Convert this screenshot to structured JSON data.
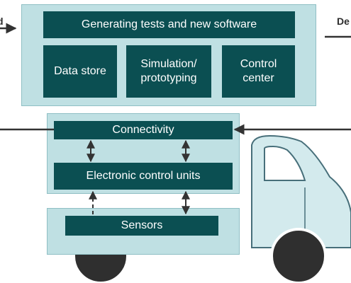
{
  "edge_labels": {
    "left": "d",
    "right": "De"
  },
  "cloud": {
    "banner": "Generating tests and new software",
    "boxes": [
      "Data store",
      "Simulation/\nprototyping",
      "Control\ncenter"
    ]
  },
  "vehicle": {
    "connectivity": "Connectivity",
    "ecu": "Electronic control units",
    "sensors": "Sensors"
  },
  "colors": {
    "panel_fill": "#bfe0e3",
    "box_fill": "#0b4f52",
    "truck_fill": "#d3eaed",
    "truck_outline": "#476f7a",
    "wheel_fill": "#2f2f2f",
    "arrow": "#333333"
  },
  "icons": {
    "truck": "truck-illustration"
  }
}
